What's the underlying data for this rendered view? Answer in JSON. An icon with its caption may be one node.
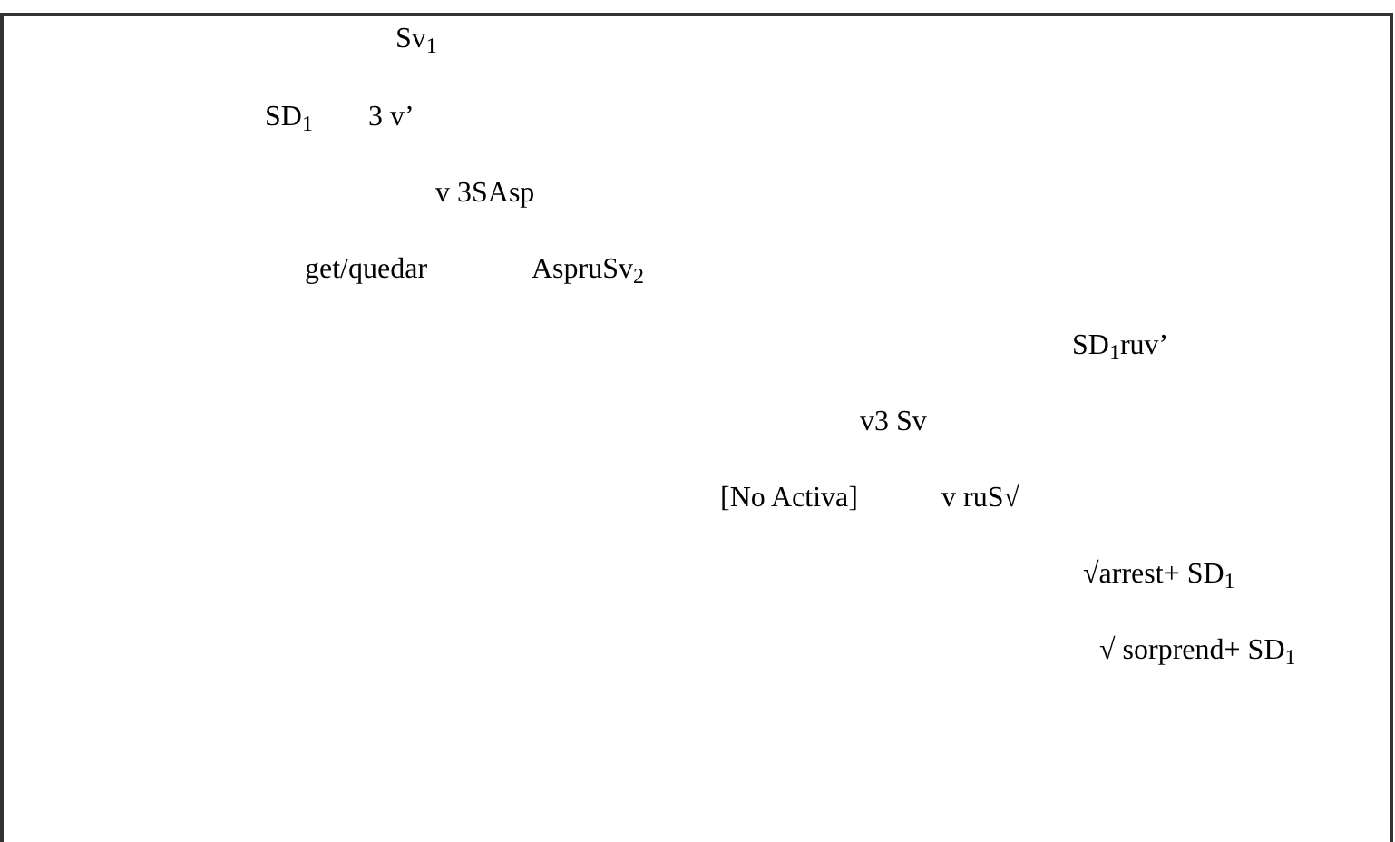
{
  "diagram": {
    "labels": [
      "Sv$_{1}$",
      "SD$_{1}$",
      "3 v’",
      "v 3SAsp",
      "get/quedar",
      "AspruSv$_{2}$",
      "SD$_{1}$ruv’",
      "v3 Sv",
      "[No Activa]",
      "v ruS√",
      "√arrest+ SD$_{1}$",
      "√ sorprend+ SD$_{1}$"
    ]
  }
}
